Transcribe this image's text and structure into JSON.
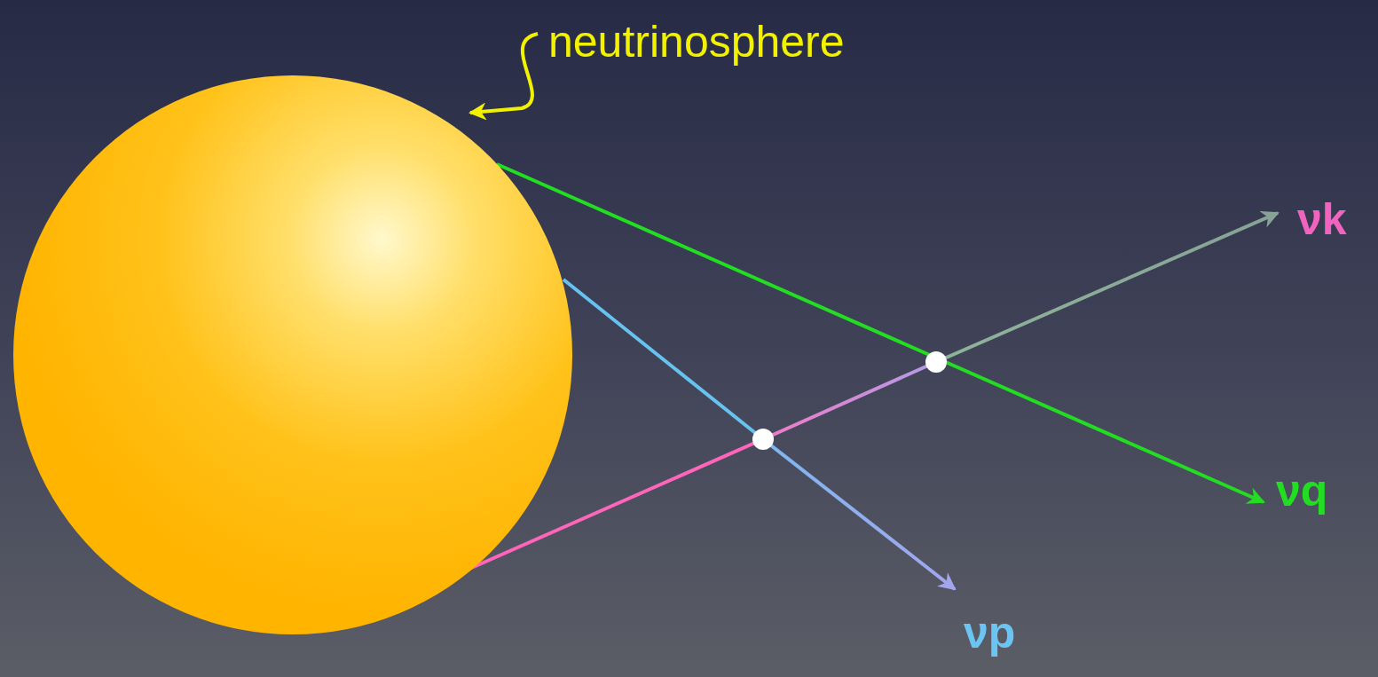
{
  "diagram": {
    "labels": [
      "neutrinosphere",
      "νk",
      "νq",
      "νp"
    ]
  }
}
